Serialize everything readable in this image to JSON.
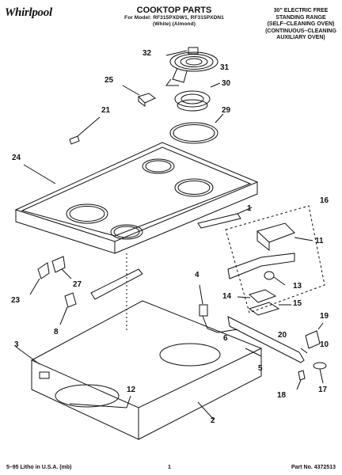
{
  "header": {
    "brand": "Whirlpool",
    "title": "COOKTOP PARTS",
    "models_line": "For Model: RF315PXDW1, RF315PXDN1",
    "color_line": "(White)   (Almond)",
    "desc_lines": [
      "30\" ELECTRIC FREE",
      "STANDING RANGE",
      "(SELF–CLEANING OVEN)",
      "(CONTINUOUS–CLEANING",
      "AUXILIARY OVEN)"
    ]
  },
  "callouts": [
    "32",
    "31",
    "25",
    "30",
    "21",
    "29",
    "24",
    "1",
    "16",
    "11",
    "4",
    "13",
    "14",
    "15",
    "19",
    "23",
    "27",
    "8",
    "3",
    "6",
    "10",
    "20",
    "5",
    "12",
    "18",
    "17",
    "2"
  ],
  "footer": {
    "litho": "5–95 Litho in U.S.A. (mb)",
    "page": "1",
    "part_no": "Part No. 4372513"
  },
  "colors": {
    "ink": "#111111",
    "background": "#ffffff"
  }
}
